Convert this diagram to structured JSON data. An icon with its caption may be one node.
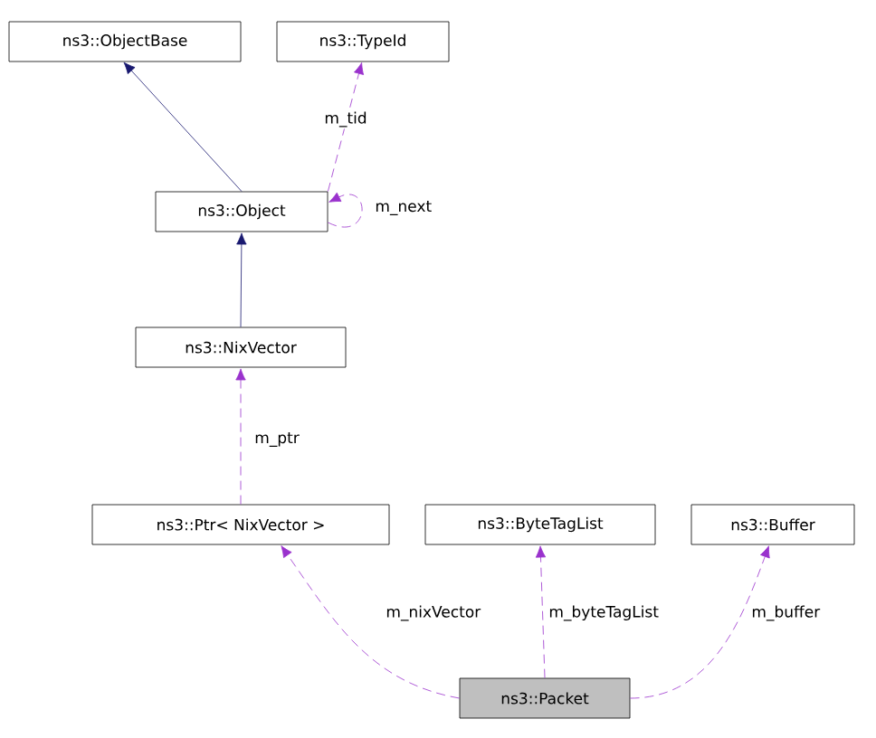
{
  "diagram": {
    "nodes": [
      {
        "text": [
          "ns3::ObjectBase"
        ]
      },
      {
        "text": [
          "ns3::TypeId"
        ]
      },
      {
        "text": [
          "ns3::Object"
        ]
      },
      {
        "text": [
          "ns3::NixVector"
        ]
      },
      {
        "text": [
          "ns3::Ptr< NixVector >"
        ]
      },
      {
        "text": [
          "ns3::ByteTagList"
        ]
      },
      {
        "text": [
          "ns3::Buffer"
        ]
      },
      {
        "text": [
          "ns3::Packet"
        ]
      }
    ],
    "edges": [
      {
        "from": 2,
        "to": 0,
        "arrow": "to",
        "color": "#191970"
      },
      {
        "from": 2,
        "to": 1,
        "arrow": "to",
        "label": "m_tid",
        "style": "dashed"
      },
      {
        "from": 2,
        "to": 2,
        "arrow": "to",
        "label": "m_next",
        "style": "dashed"
      },
      {
        "from": 3,
        "to": 2,
        "arrow": "to",
        "color": "#191970"
      },
      {
        "from": 4,
        "to": 3,
        "arrow": "to",
        "label": "m_ptr",
        "style": "dashed"
      },
      {
        "from": 7,
        "to": 4,
        "arrow": "to",
        "label": "m_nixVector",
        "style": "dashed"
      },
      {
        "from": 7,
        "to": 5,
        "arrow": "to",
        "label": "m_byteTagList",
        "style": "dashed"
      },
      {
        "from": 7,
        "to": 6,
        "arrow": "to",
        "label": "m_buffer",
        "style": "dashed"
      }
    ]
  }
}
